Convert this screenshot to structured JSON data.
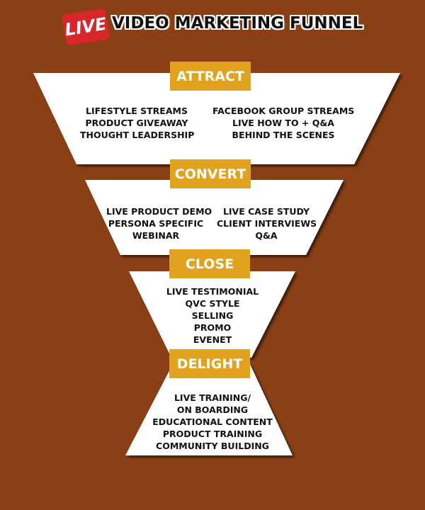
{
  "header": {
    "badge": "LIVE",
    "title": "VIDEO MARKETING FUNNEL"
  },
  "colors": {
    "background": "#8a3f15",
    "label": "#e0a21f",
    "badge": "#d8262b",
    "panel": "#ffffff"
  },
  "stages": [
    {
      "label": "ATTRACT",
      "columns": [
        [
          "LIFESTYLE STREAMS",
          "PRODUCT GIVEAWAY",
          "THOUGHT LEADERSHIP"
        ],
        [
          "FACEBOOK GROUP STREAMS",
          "LIVE HOW TO + Q&A",
          "BEHIND THE SCENES"
        ]
      ]
    },
    {
      "label": "CONVERT",
      "columns": [
        [
          "LIVE PRODUCT DEMO",
          "PERSONA SPECIFIC",
          "WEBINAR"
        ],
        [
          "LIVE CASE STUDY",
          "CLIENT INTERVIEWS",
          "Q&A"
        ]
      ]
    },
    {
      "label": "CLOSE",
      "columns": [
        [
          "LIVE TESTIMONIAL",
          "QVC STYLE",
          "SELLING",
          "PROMO",
          "EVENET"
        ]
      ]
    },
    {
      "label": "DELIGHT",
      "columns": [
        [
          "LIVE TRAINING/",
          "ON BOARDING",
          "EDUCATIONAL CONTENT",
          "PRODUCT TRAINING",
          "COMMUNITY BUILDING"
        ]
      ]
    }
  ]
}
